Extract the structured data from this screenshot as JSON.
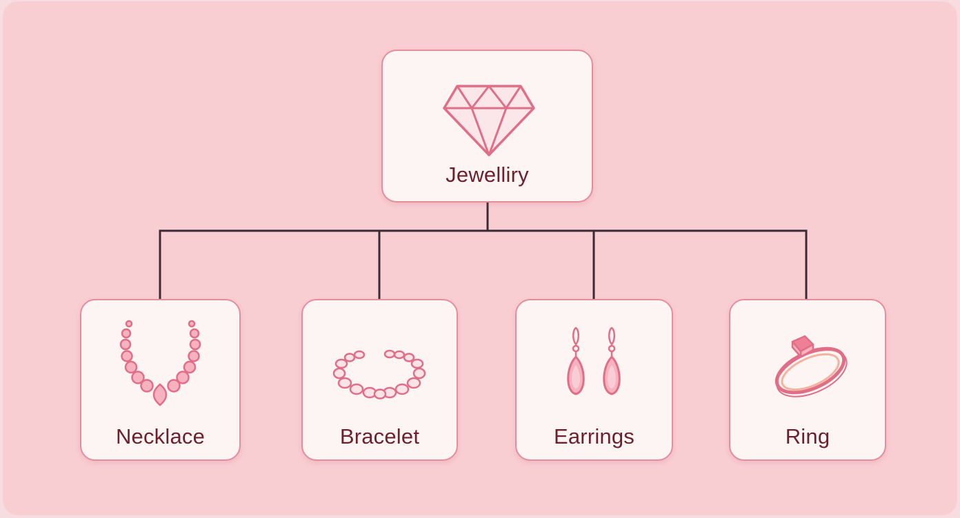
{
  "diagram": {
    "root": {
      "label": "Jewelliry",
      "icon": "diamond-icon"
    },
    "children": [
      {
        "label": "Necklace",
        "icon": "necklace-icon"
      },
      {
        "label": "Bracelet",
        "icon": "bracelet-icon"
      },
      {
        "label": "Earrings",
        "icon": "earrings-icon"
      },
      {
        "label": "Ring",
        "icon": "ring-icon"
      }
    ]
  },
  "colors": {
    "background": "#f9ced3",
    "node_fill": "#fcf5f3",
    "node_border": "#e78c9b",
    "icon_stroke": "#e26d86",
    "text": "#6e1f2c",
    "connector": "#3b2a36"
  }
}
